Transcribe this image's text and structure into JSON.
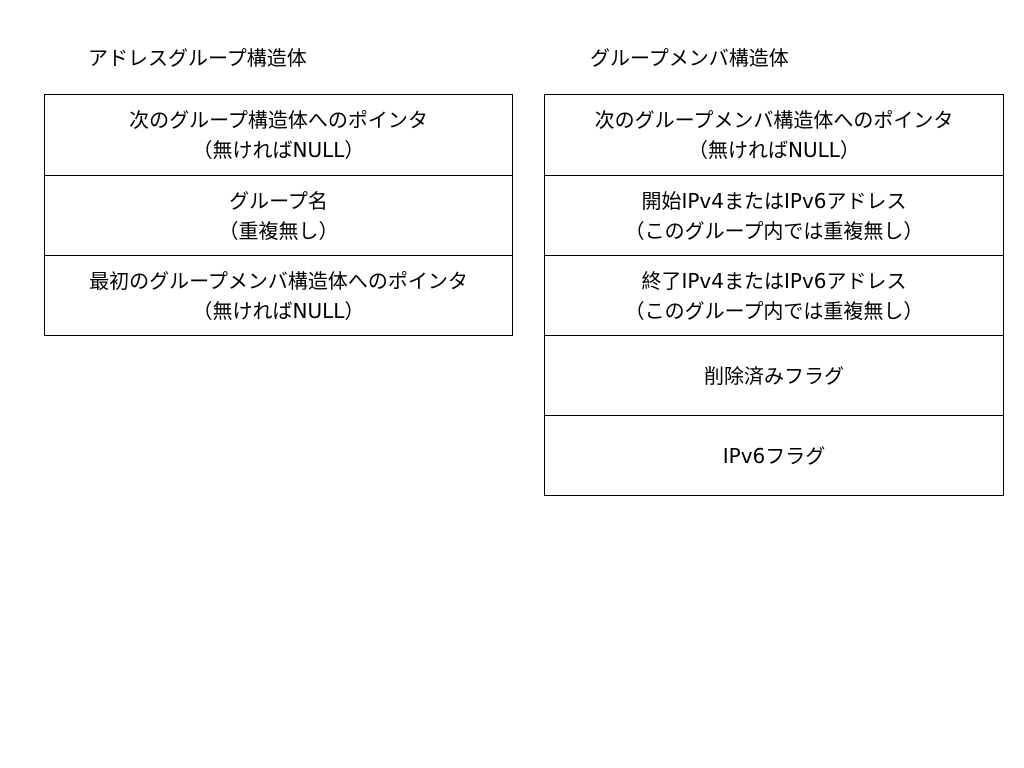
{
  "address_group": {
    "title": "アドレスグループ構造体",
    "fields": [
      {
        "line1": "次のグループ構造体へのポインタ",
        "line2": "（無ければNULL）"
      },
      {
        "line1": "グループ名",
        "line2": "（重複無し）"
      },
      {
        "line1": "最初のグループメンバ構造体へのポインタ",
        "line2": "（無ければNULL）"
      }
    ]
  },
  "group_member": {
    "title": "グループメンバ構造体",
    "fields": [
      {
        "line1": "次のグループメンバ構造体へのポインタ",
        "line2": "（無ければNULL）"
      },
      {
        "line1": "開始IPv4またはIPv6アドレス",
        "line2": "（このグループ内では重複無し）"
      },
      {
        "line1": "終了IPv4またはIPv6アドレス",
        "line2": "（このグループ内では重複無し）"
      },
      {
        "line1": "削除済みフラグ"
      },
      {
        "line1": "IPv6フラグ"
      }
    ]
  }
}
